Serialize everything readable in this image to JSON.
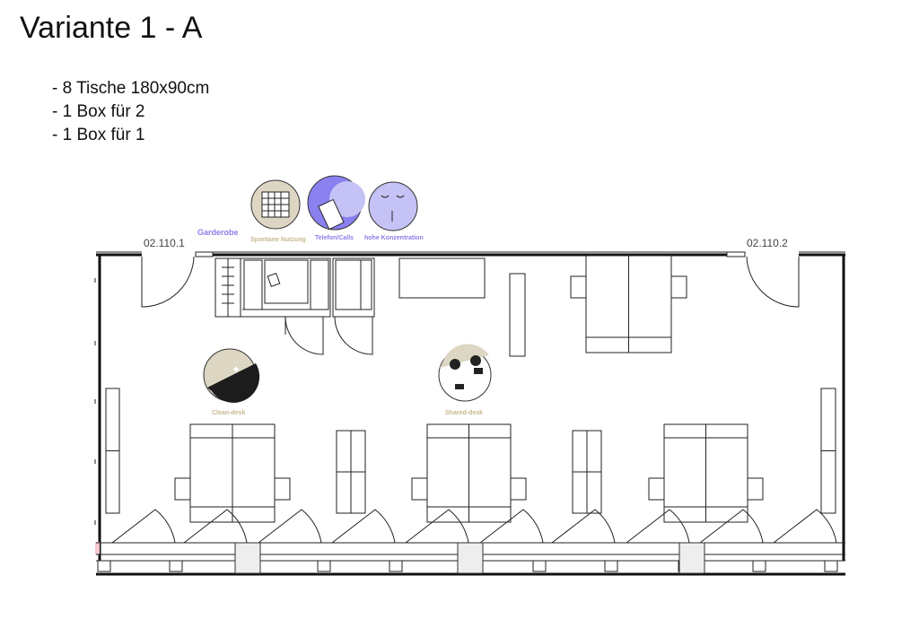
{
  "title": "Variante 1 - A",
  "requirements": [
    "- 8 Tische 180x90cm",
    "- 1 Box für 2",
    "- 1 Box für 1"
  ],
  "rooms": {
    "left": "02.110.1",
    "right": "02.110.2"
  },
  "zones": {
    "garderobe": {
      "label": "Garderobe",
      "color": "#8a80e8"
    },
    "spontane": {
      "label": "Spontane Nutzung",
      "color": "#c6b88f",
      "icon": "calendar-icon"
    },
    "telefon": {
      "label": "Telefon/Calls",
      "color": "#8a80e8",
      "icon": "phone-call-icon"
    },
    "konzentration": {
      "label": "hohe Konzentration",
      "color": "#8a80e8",
      "icon": "quiet-face-icon"
    },
    "clean": {
      "label": "Clean-desk",
      "color": "#c6b88f",
      "icon": "clean-desk-icon"
    },
    "shared": {
      "label": "Shared-desk",
      "color": "#c6b88f",
      "icon": "shared-desk-icon"
    }
  }
}
